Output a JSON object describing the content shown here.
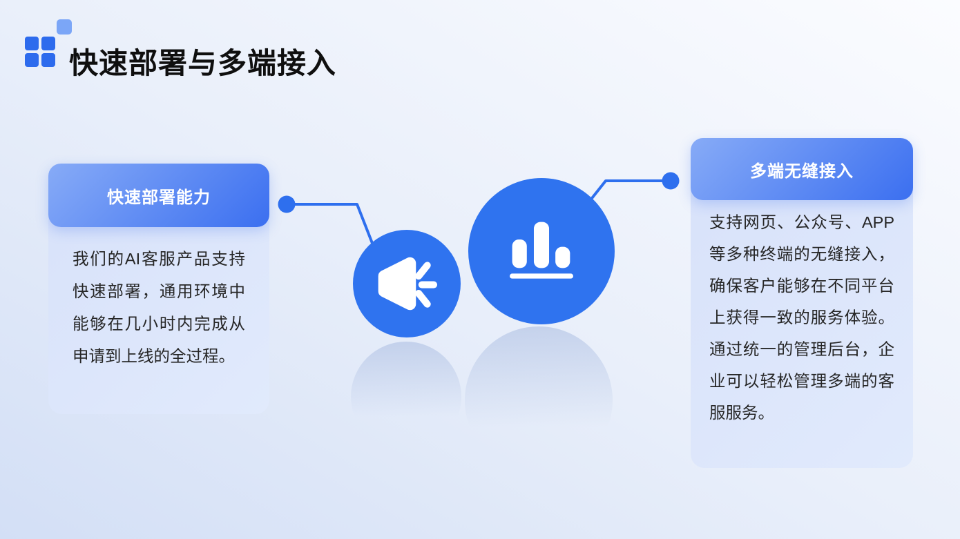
{
  "slide": {
    "title": "快速部署与多端接入",
    "logo": {
      "name": "four-square-grid-logo"
    },
    "cards": [
      {
        "id": "rapid-deploy",
        "header": "快速部署能力",
        "body": "我们的AI客服产品支持快速部署，通用环境中能够在几小时内完成从申请到上线的全过程。"
      },
      {
        "id": "multi-terminal",
        "header": "多端无缝接入",
        "body": "支持网页、公众号、APP等多种终端的无缝接入，确保客户能够在不同平台上获得一致的服务体验。通过统一的管理后台，企业可以轻松管理多端的客服服务。"
      }
    ],
    "icons": [
      {
        "name": "speaker-announcement-icon"
      },
      {
        "name": "bar-chart-icon"
      }
    ],
    "colors": {
      "accent_blue": "#2f73ef",
      "header_gradient_start": "#87abf7",
      "header_gradient_end": "#3b6ff0",
      "card_body_bg": "#dce6fb",
      "logo_light_blue": "#7ba6f7",
      "logo_dark_blue": "#2d6bed",
      "page_bg_start": "#d3dff6",
      "page_bg_end": "#fbfcff",
      "title_color": "#0f0f0f"
    }
  }
}
